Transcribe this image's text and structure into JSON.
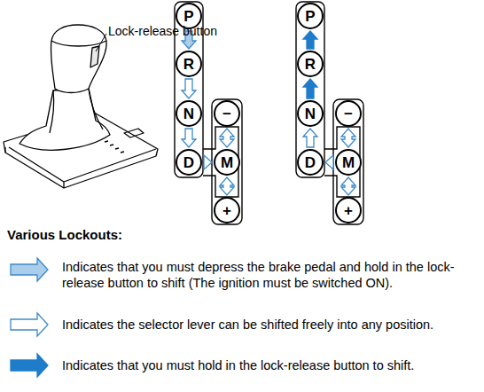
{
  "diagram": {
    "nodes": [
      {
        "text": [
          "P"
        ]
      },
      {
        "text": [
          "R"
        ]
      },
      {
        "text": [
          "N"
        ]
      },
      {
        "text": [
          "D"
        ]
      },
      {
        "text": [
          "−"
        ]
      },
      {
        "text": [
          "M"
        ]
      },
      {
        "text": [
          "+"
        ]
      },
      {
        "text": [
          "P"
        ]
      },
      {
        "text": [
          "R"
        ]
      },
      {
        "text": [
          "N"
        ]
      },
      {
        "text": [
          "D"
        ]
      },
      {
        "text": [
          "−"
        ]
      },
      {
        "text": [
          "M"
        ]
      },
      {
        "text": [
          "+"
        ]
      }
    ],
    "edges": [
      {
        "from": 0,
        "to": 1,
        "arrow": "to"
      },
      {
        "from": 1,
        "to": 2,
        "arrow": "to"
      },
      {
        "from": 2,
        "to": 3,
        "arrow": "to"
      },
      {
        "from": 3,
        "to": 5,
        "arrow": "to"
      },
      {
        "from": 5,
        "to": 4,
        "arrow": "both"
      },
      {
        "from": 5,
        "to": 6,
        "arrow": "both"
      },
      {
        "from": 8,
        "to": 7,
        "arrow": "to"
      },
      {
        "from": 9,
        "to": 8,
        "arrow": "to"
      },
      {
        "from": 10,
        "to": 9,
        "arrow": "to"
      },
      {
        "from": 12,
        "to": 10,
        "arrow": "to"
      },
      {
        "from": 12,
        "to": 11,
        "arrow": "both"
      },
      {
        "from": 12,
        "to": 13,
        "arrow": "both"
      }
    ],
    "labels": [
      "Lock-release button",
      "Various Lockouts:"
    ],
    "legend": [
      {
        "text": "Indicates that you must depress the brake pedal and hold in the lock-release button to shift (The ignition must be switched ON)."
      },
      {
        "text": "Indicates the selector lever can be shifted freely into any position."
      },
      {
        "text": "Indicates that you must hold in the lock-release button to shift."
      }
    ]
  }
}
